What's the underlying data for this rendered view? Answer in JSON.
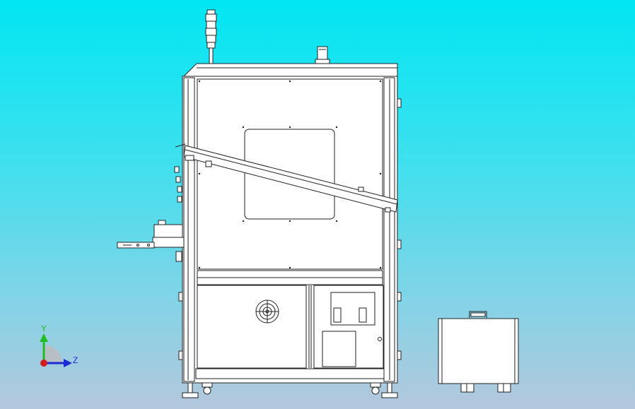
{
  "viewport": {
    "background_top": "#00e6f2",
    "background_bottom": "#b4c7dc",
    "line_color": "#222222",
    "part_fill": "#ffffff"
  },
  "axis_triad": {
    "y_label": "Y",
    "z_label": "Z",
    "y_color": "#22bb22",
    "z_color": "#1d2bd6",
    "origin_color": "#d01c1c"
  },
  "model": {
    "main_cabinet": "machine-cabinet",
    "side_unit": "portable-case"
  }
}
